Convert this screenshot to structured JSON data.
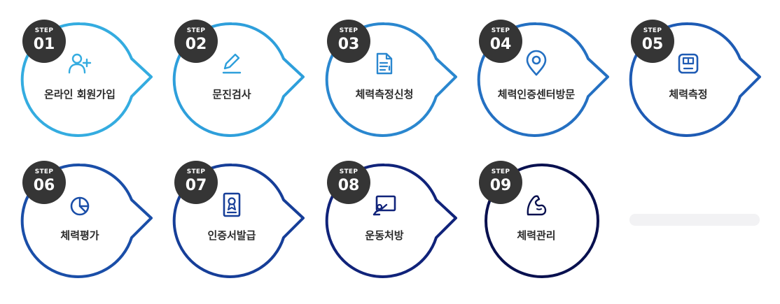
{
  "badge_step_text": "STEP",
  "steps": [
    {
      "number": "01",
      "label": "온라인 회원가입",
      "icon": "user-plus-icon",
      "color": "#34ace0"
    },
    {
      "number": "02",
      "label": "문진검사",
      "icon": "pencil-icon",
      "color": "#2e9fdb"
    },
    {
      "number": "03",
      "label": "체력측정신청",
      "icon": "document-icon",
      "color": "#2a87cf"
    },
    {
      "number": "04",
      "label": "체력인증센터방문",
      "icon": "location-pin-icon",
      "color": "#2470c2"
    },
    {
      "number": "05",
      "label": "체력측정",
      "icon": "scale-icon",
      "color": "#1e5bb4"
    },
    {
      "number": "06",
      "label": "체력평가",
      "icon": "pie-chart-icon",
      "color": "#1a4ea8"
    },
    {
      "number": "07",
      "label": "인증서발급",
      "icon": "certificate-icon",
      "color": "#163e98"
    },
    {
      "number": "08",
      "label": "운동처방",
      "icon": "prescription-board-icon",
      "color": "#10237a"
    },
    {
      "number": "09",
      "label": "체력관리",
      "icon": "flexed-arm-icon",
      "color": "#08104f"
    }
  ]
}
